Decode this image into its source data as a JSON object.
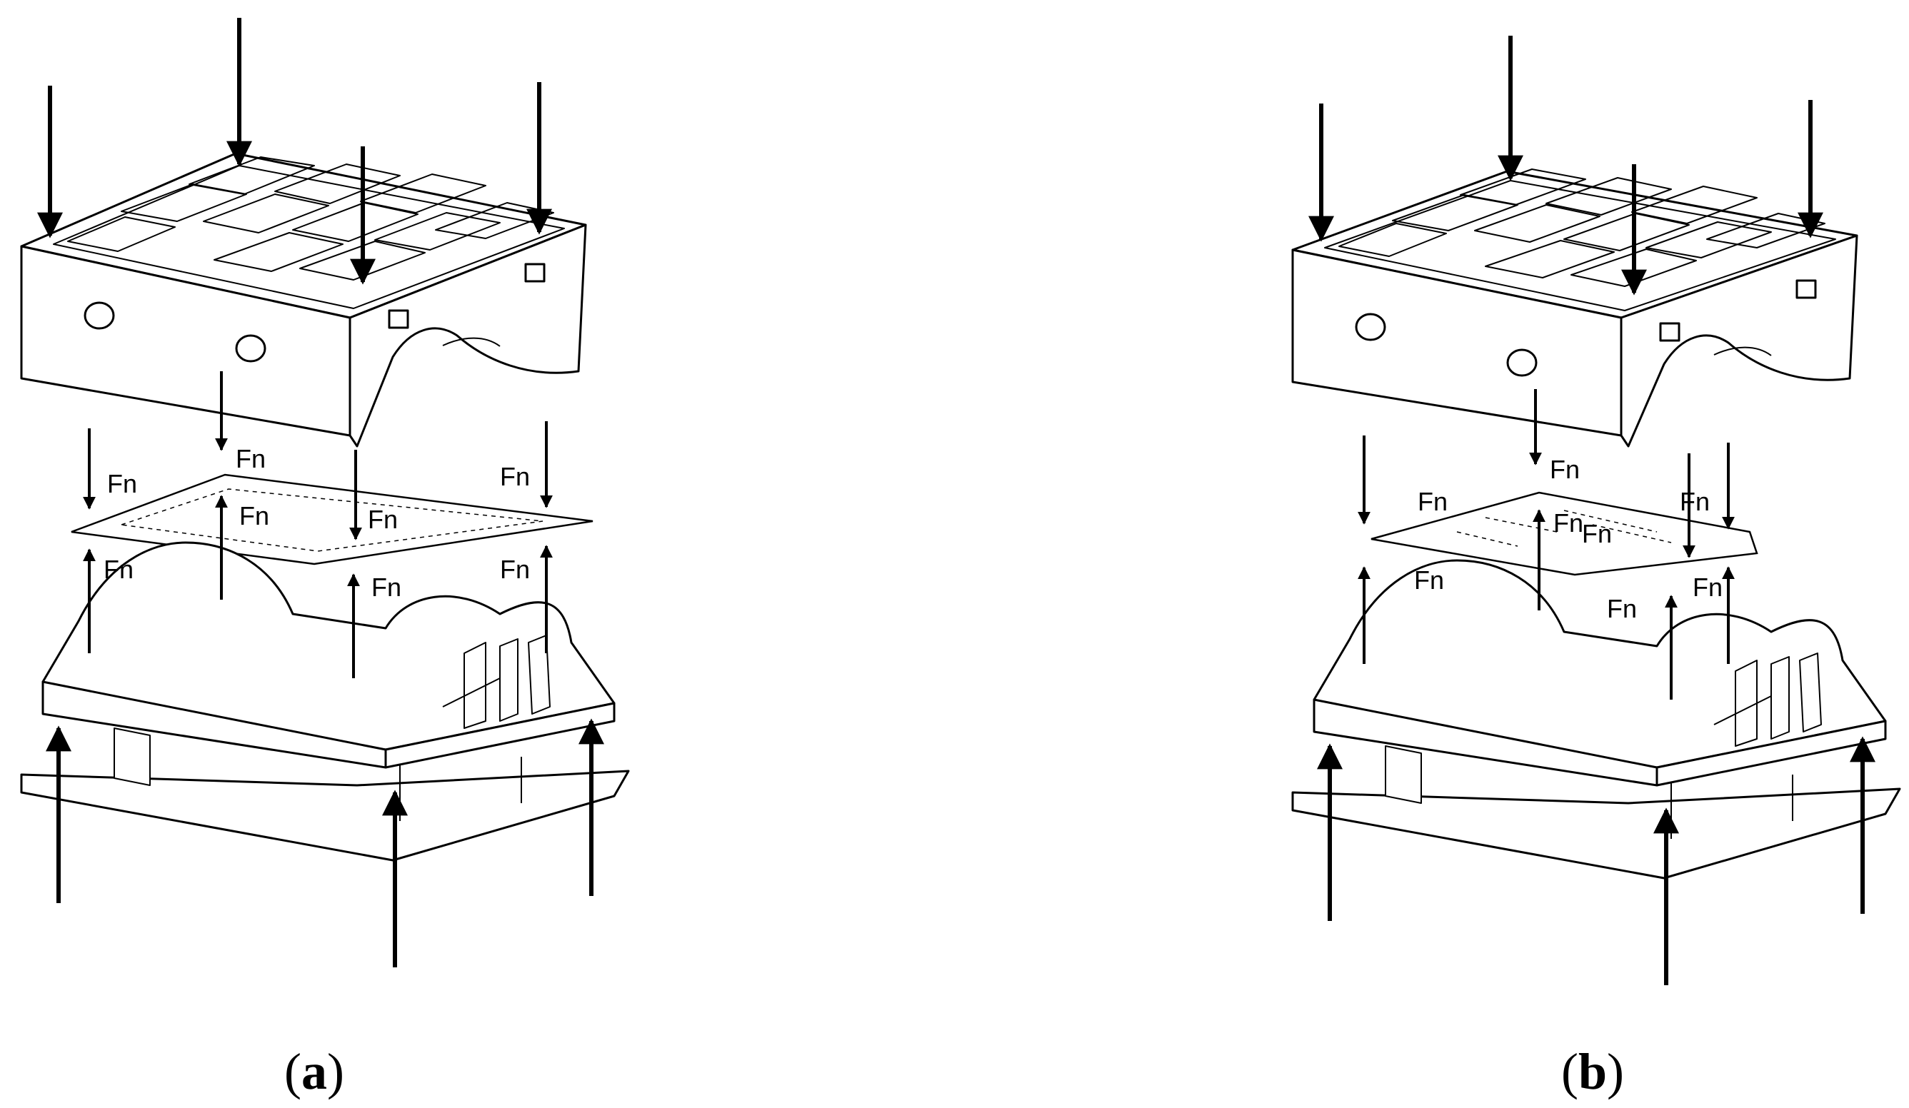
{
  "panels": [
    {
      "id": "a",
      "caption_open": "(",
      "caption_letter": "a",
      "caption_close": ")",
      "force_labels": [
        "Fn",
        "Fn",
        "Fn",
        "Fn",
        "Fn",
        "Fn",
        "Fn",
        "Fn"
      ]
    },
    {
      "id": "b",
      "caption_open": "(",
      "caption_letter": "b",
      "caption_close": ")",
      "force_labels": [
        "Fn",
        "Fn",
        "Fn",
        "Fn",
        "Fn",
        "Fn",
        "Fn",
        "Fn"
      ]
    }
  ],
  "colors": {
    "line": "#000000",
    "background": "#ffffff"
  }
}
